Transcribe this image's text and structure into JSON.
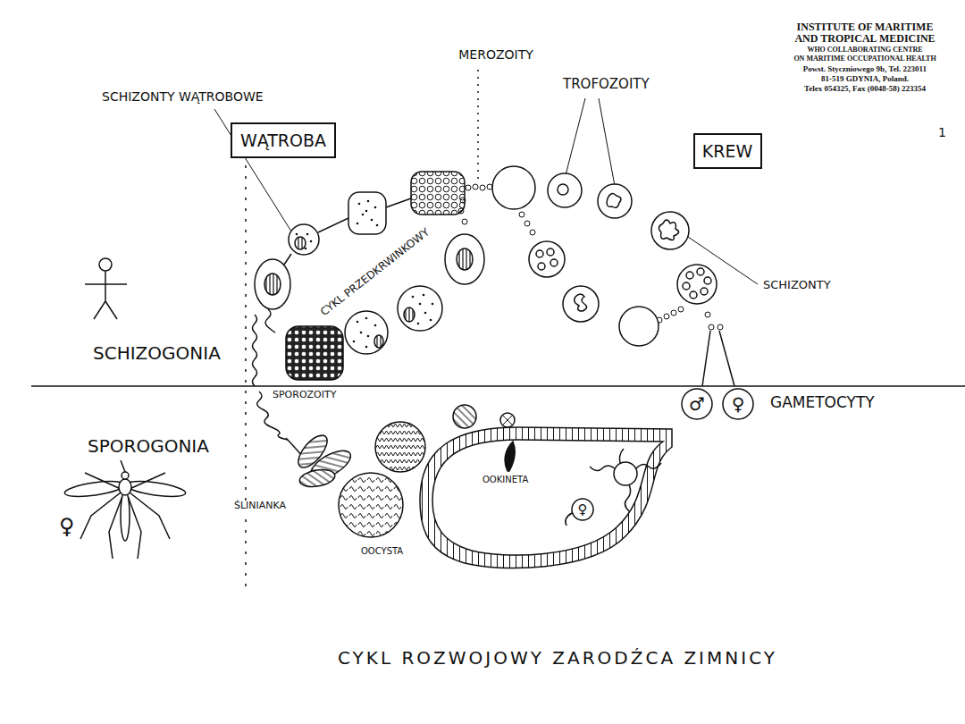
{
  "diagram": {
    "caption": "CYKL ROZWOJOWY ZARODŹCA ZIMNICY",
    "nodes": [
      {
        "text": [
          "WĄTROBA"
        ]
      },
      {
        "text": [
          "KREW"
        ]
      },
      {
        "text": [
          "♂"
        ]
      },
      {
        "text": [
          "♀"
        ]
      },
      {
        "text": [
          "♀"
        ]
      }
    ],
    "labels": [
      "INSTITUTE OF MARITIME",
      "AND TROPICAL MEDICINE",
      "WHO COLLABORATING CENTRE",
      "ON MARITIME OCCUPATIONAL HEALTH",
      "Powst. Styczniowego 9b, Tel. 223011",
      "81-519 GDYNIA, Poland.",
      "Telex 054325, Fax (0048-58) 223354",
      "MEROZOITY",
      "TROFOZOITY",
      "SCHIZONTY WĄTROBOWE",
      "1",
      "CYKL PRZEDKRWINKOWY",
      "SCHIZONTY",
      "SCHIZOGONIA",
      "SPOROZOITY",
      "GAMETOCYTY",
      "SPOROGONIA",
      "OOKINETA",
      "ŚLINIANKA",
      "♀",
      "OOCYSTA"
    ]
  }
}
